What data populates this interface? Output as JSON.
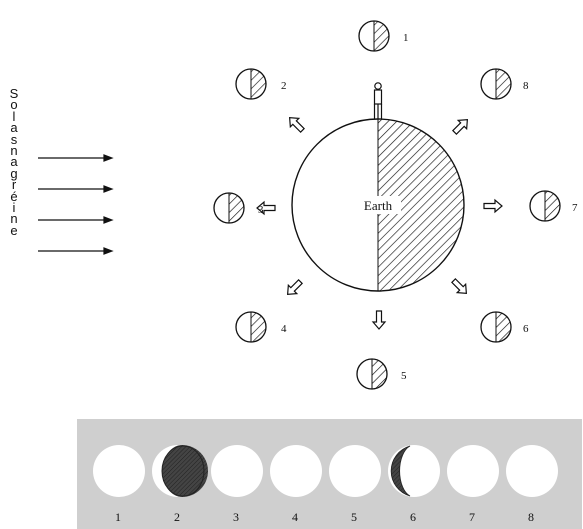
{
  "side_label": "Solasnagréine",
  "earth_label": "Earth",
  "moon_positions": [
    "1",
    "2",
    "3",
    "4",
    "5",
    "6",
    "7",
    "8"
  ],
  "phase_numbers": [
    "1",
    "2",
    "3",
    "4",
    "5",
    "6",
    "7",
    "8"
  ],
  "colors": {
    "ink": "#111111",
    "panel": "#cfcfcf",
    "dark_fill": "#3a3a3a"
  }
}
